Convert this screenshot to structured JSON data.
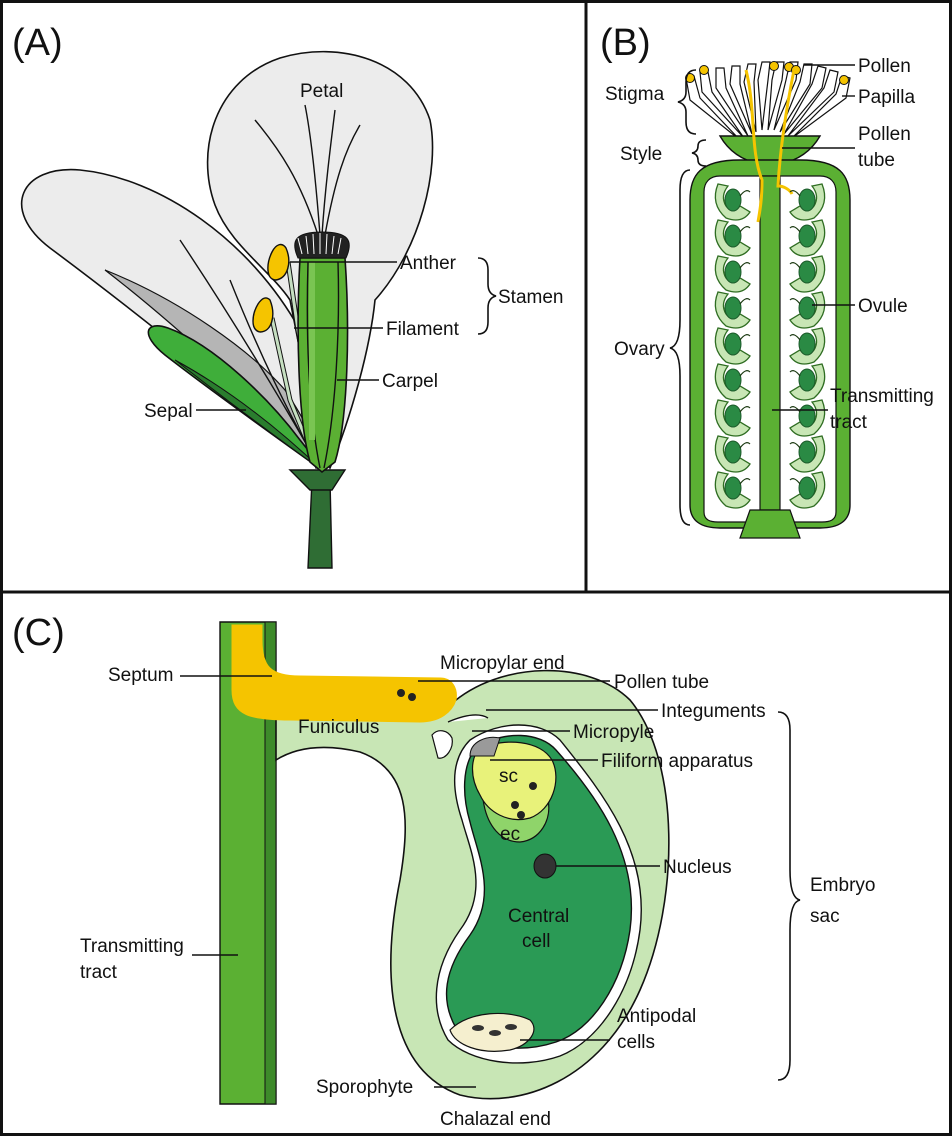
{
  "panels": {
    "a": {
      "letter": "(A)",
      "labels": {
        "petal": "Petal",
        "anther": "Anther",
        "filament": "Filament",
        "stamen": "Stamen",
        "carpel": "Carpel",
        "sepal": "Sepal"
      }
    },
    "b": {
      "letter": "(B)",
      "labels": {
        "stigma": "Stigma",
        "style": "Style",
        "ovary": "Ovary",
        "pollen": "Pollen",
        "papilla": "Papilla",
        "pollen_tube_1": "Pollen",
        "pollen_tube_2": "tube",
        "ovule": "Ovule",
        "transmitting_1": "Transmitting",
        "transmitting_2": "tract"
      }
    },
    "c": {
      "letter": "(C)",
      "labels": {
        "septum": "Septum",
        "funiculus": "Funiculus",
        "micropylar_end": "Micropylar end",
        "pollen_tube": "Pollen tube",
        "integuments": "Integuments",
        "micropyle": "Micropyle",
        "filiform": "Filiform apparatus",
        "sc": "sc",
        "ec": "ec",
        "nucleus": "Nucleus",
        "central_1": "Central",
        "central_2": "cell",
        "embryo_1": "Embryo",
        "embryo_2": "sac",
        "transmitting_1": "Transmitting",
        "transmitting_2": "tract",
        "antipodal_1": "Antipodal",
        "antipodal_2": "cells",
        "sporophyte": "Sporophyte",
        "chalazal": "Chalazal end"
      }
    }
  },
  "colors": {
    "petal_fill": "#ececec",
    "petal_shadow": "#b5b5b5",
    "green_dark": "#3d8a2a",
    "green_mid": "#5bb033",
    "green_light": "#8fd46a",
    "green_pale": "#c8e6b5",
    "green_deep": "#2a9a55",
    "yellow": "#f5c400",
    "sc_yellow": "#e8f27a",
    "cream": "#f5efcf"
  }
}
